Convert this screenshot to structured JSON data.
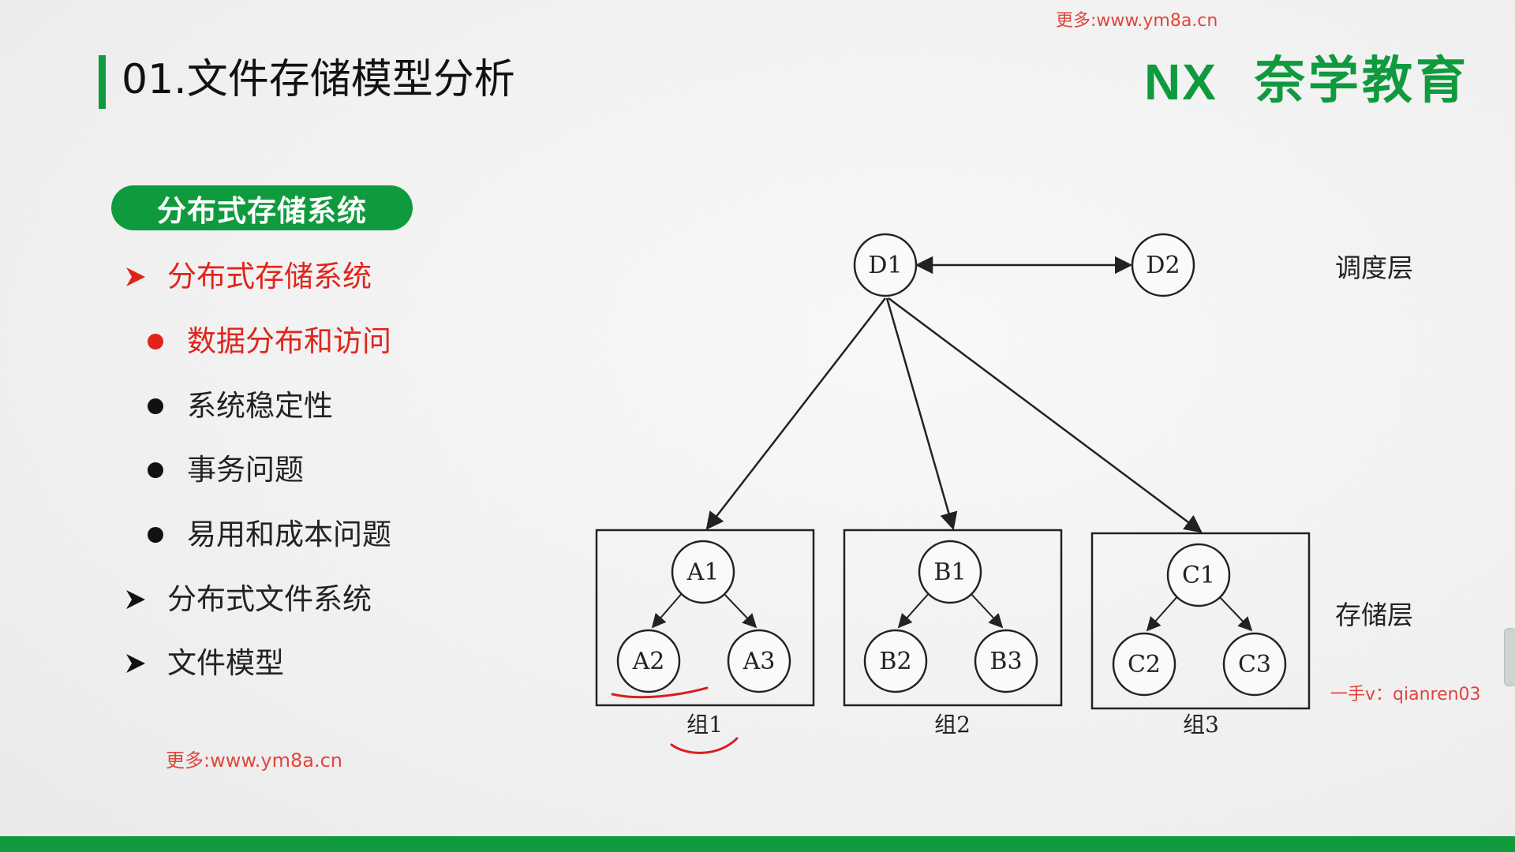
{
  "header": {
    "title": "01.文件存储模型分析",
    "brand_name": "奈学教育",
    "brand_logo_text": "NX"
  },
  "watermarks": {
    "top": "更多:www.ym8a.cn",
    "bottom": "更多:www.ym8a.cn",
    "contact": "一手v：qianren03"
  },
  "sidebar": {
    "pill_label": "分布式存储系统",
    "items": [
      {
        "label": "分布式存储系统",
        "marker": "arrow",
        "active": true
      },
      {
        "label": "数据分布和访问",
        "marker": "bullet",
        "active": true
      },
      {
        "label": "系统稳定性",
        "marker": "bullet",
        "active": false
      },
      {
        "label": "事务问题",
        "marker": "bullet",
        "active": false
      },
      {
        "label": "易用和成本问题",
        "marker": "bullet",
        "active": false
      },
      {
        "label": "分布式文件系统",
        "marker": "arrow",
        "active": false
      },
      {
        "label": "文件模型",
        "marker": "arrow",
        "active": false
      }
    ]
  },
  "diagram": {
    "scheduler_nodes": [
      "D1",
      "D2"
    ],
    "scheduler_layer_label": "调度层",
    "storage_layer_label": "存储层",
    "groups": [
      {
        "label": "组1",
        "nodes": [
          "A1",
          "A2",
          "A3"
        ]
      },
      {
        "label": "组2",
        "nodes": [
          "B1",
          "B2",
          "B3"
        ]
      },
      {
        "label": "组3",
        "nodes": [
          "C1",
          "C2",
          "C3"
        ]
      }
    ]
  },
  "colors": {
    "brand_green": "#0f9a3e",
    "accent_red": "#e0241b",
    "watermark_red": "#e0463c",
    "annotation_red": "#d91e1e"
  }
}
